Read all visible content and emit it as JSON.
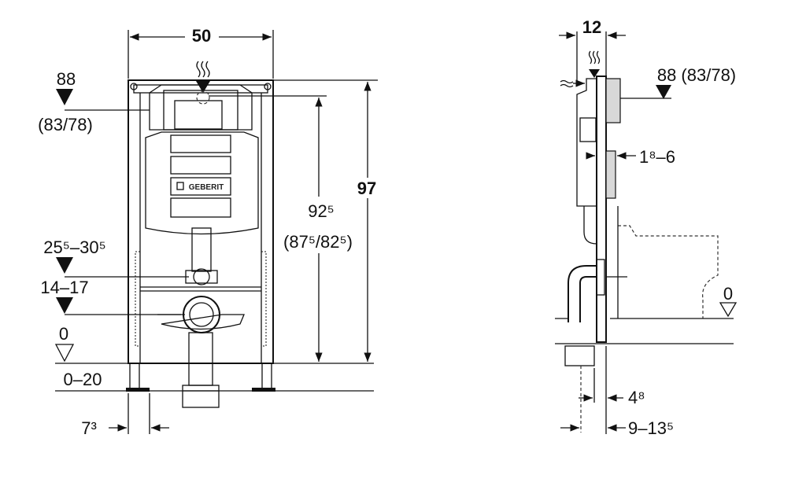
{
  "front_view": {
    "width_dim": "50",
    "height_total": "97",
    "height_actuator": "92⁵",
    "height_actuator_alt": "(87⁵/82⁵)",
    "top_level": "88",
    "top_level_alt": "(83/78)",
    "drain_height": "25⁵–30⁵",
    "inlet_height": "14–17",
    "floor_level": "0",
    "floor_range": "0–20",
    "foot_offset": "7³",
    "brand": "GEBERIT"
  },
  "side_view": {
    "depth_dim": "12",
    "top_level": "88 (83/78)",
    "wall_gap": "1⁸–6",
    "floor_level": "0",
    "pipe_offset": "4⁸",
    "depth_range": "9–13⁵"
  }
}
